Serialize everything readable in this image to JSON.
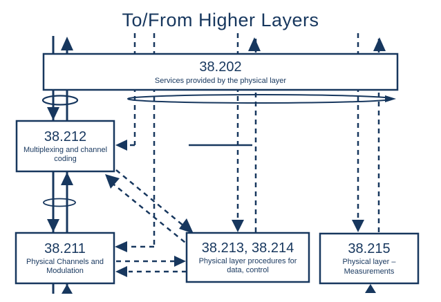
{
  "title": "To/From Higher Layers",
  "colors": {
    "ink": "#17375e",
    "background": "#ffffff"
  },
  "boxes": [
    {
      "id": "38202",
      "code": "38.202",
      "desc": "Services provided by the physical layer"
    },
    {
      "id": "38212",
      "code": "38.212",
      "desc": "Multiplexing and channel coding"
    },
    {
      "id": "38211",
      "code": "38.211",
      "desc": "Physical Channels and Modulation"
    },
    {
      "id": "38213",
      "code": "38.213, 38.214",
      "desc": "Physical layer procedures for data, control"
    },
    {
      "id": "38215",
      "code": "38.215",
      "desc": "Physical layer – Measurements"
    }
  ]
}
